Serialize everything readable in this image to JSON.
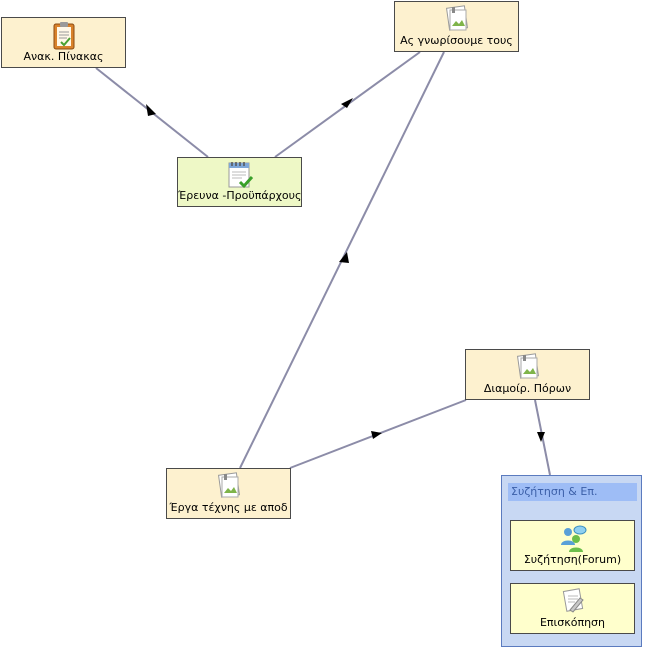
{
  "activities": {
    "anak_pinakas": "Ανακ. Πίνακας",
    "as_gnorisoume": "Ας γνωρίσουμε τους",
    "erevna": "Έρευνα -Προϋπάρχους",
    "diamorf_poron": "Διαμοίρ. Πόρων",
    "erga_technis": "Έργα τέχνης με αποδ"
  },
  "group": {
    "title": "Συζήτηση & Επ.",
    "items": [
      {
        "label": "Συζήτηση(Forum)",
        "icon": "forum-icon"
      },
      {
        "label": "Επισκόπηση",
        "icon": "review-icon"
      }
    ]
  },
  "colors": {
    "node_fill": "#fdf1cf",
    "current_node_fill": "#eef8c6",
    "group_fill": "#c8d8f3",
    "group_title_fill": "#9ebdf6",
    "edge": "#8c8ca8"
  }
}
